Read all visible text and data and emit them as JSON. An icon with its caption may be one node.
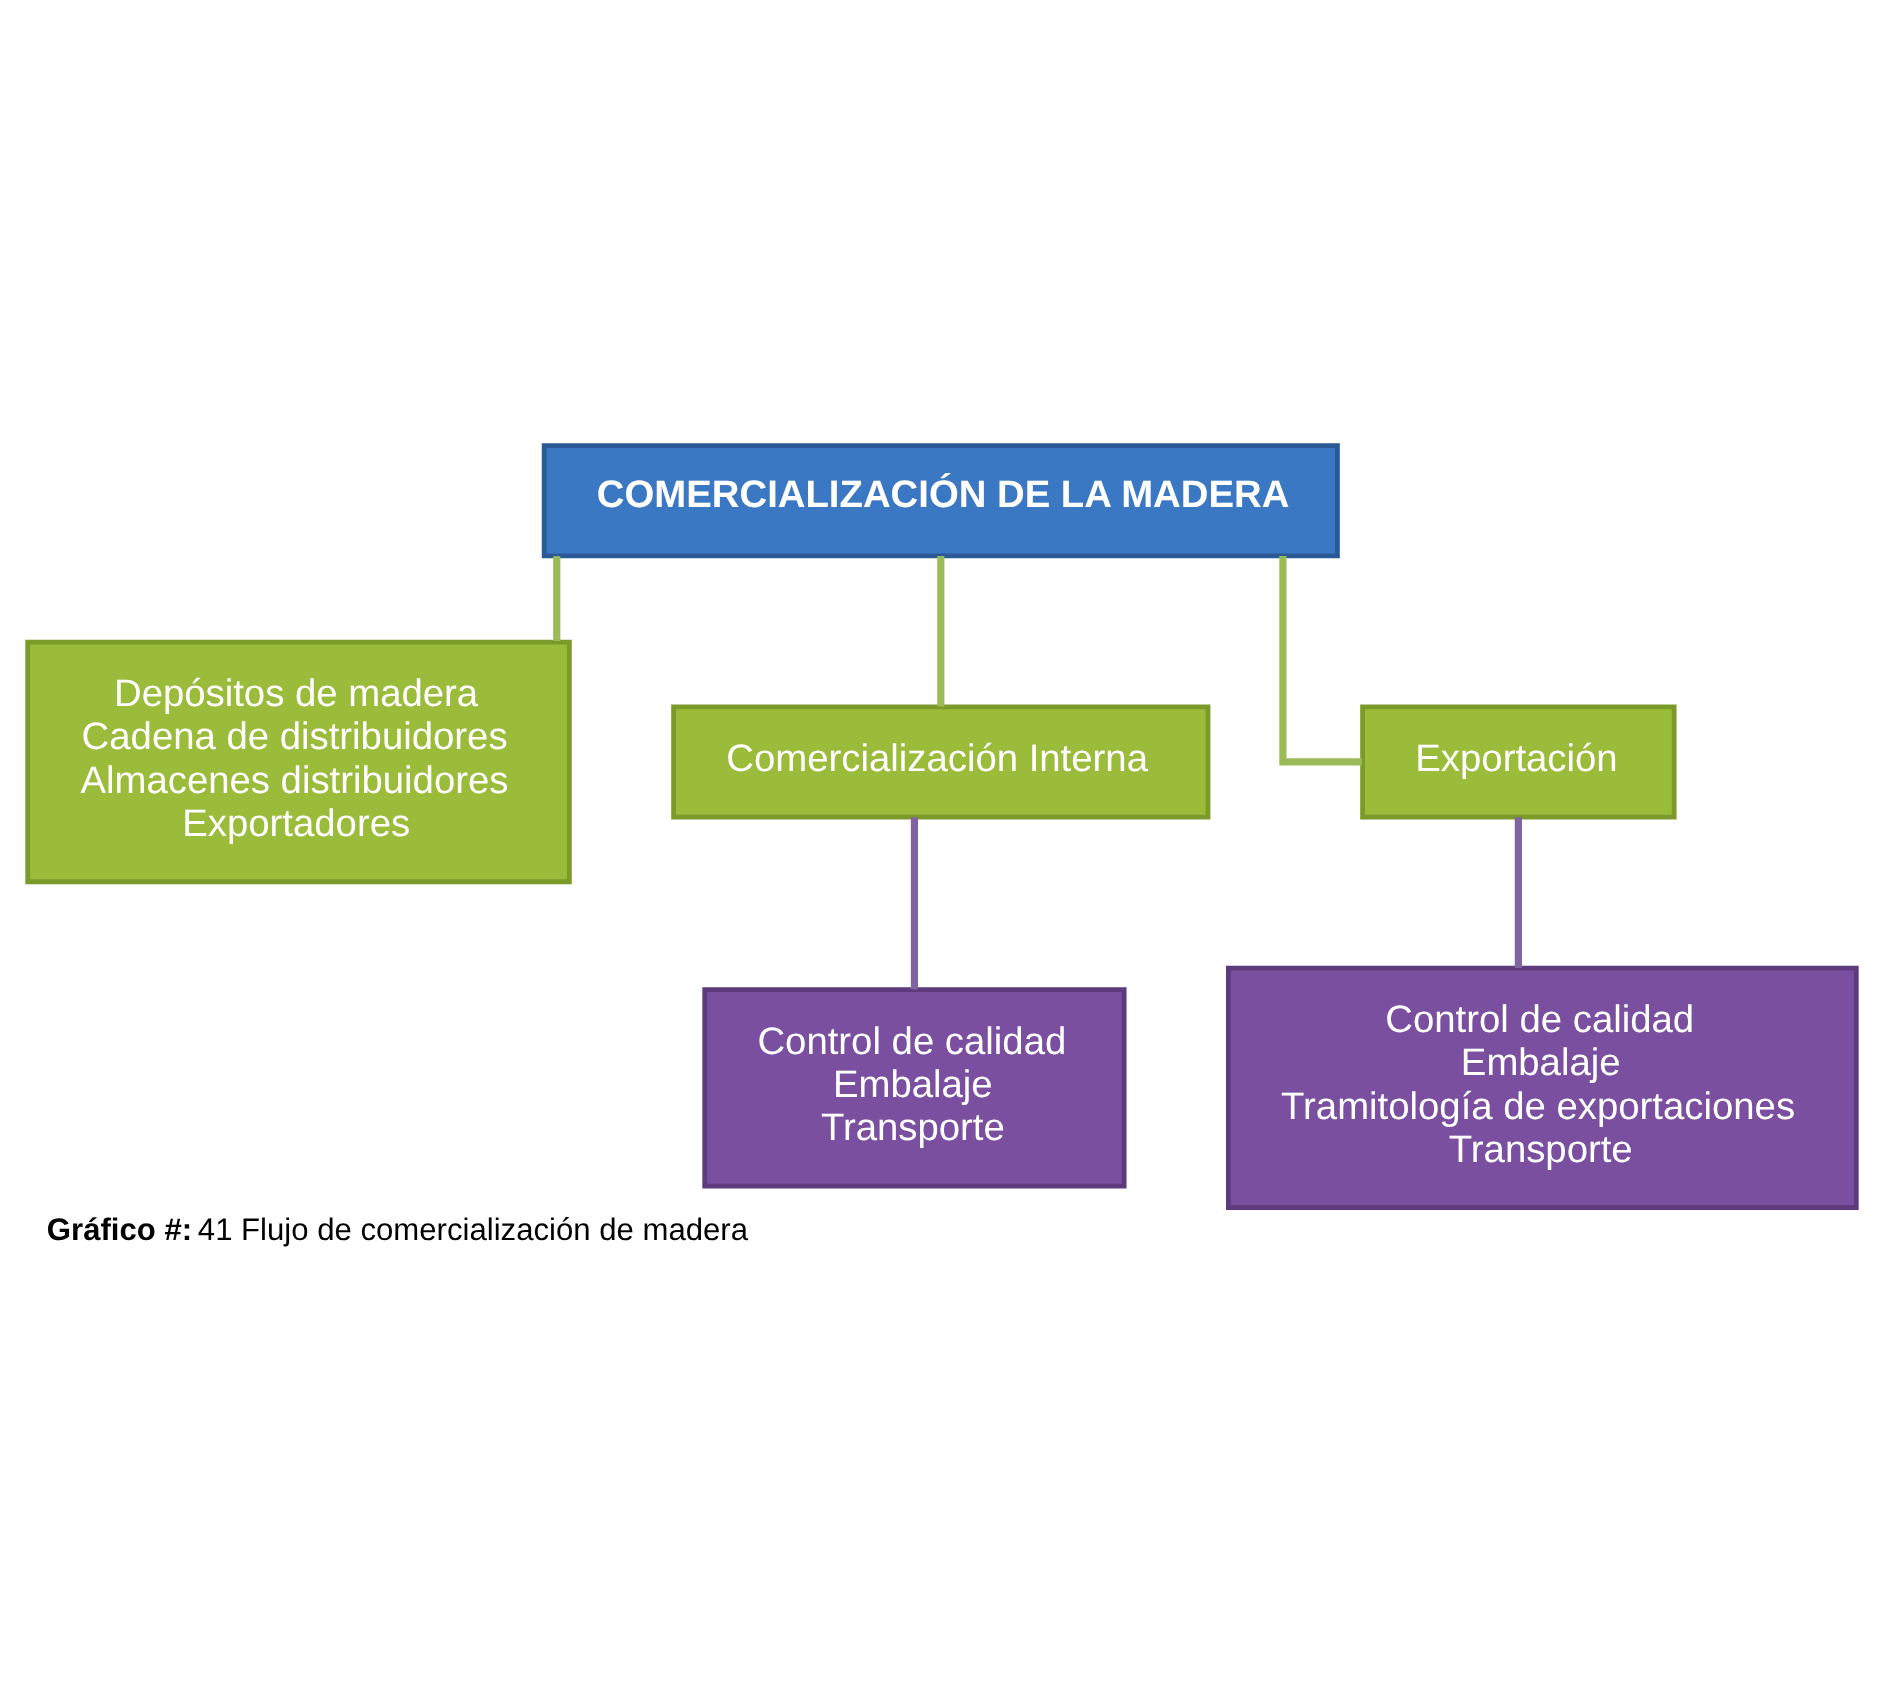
{
  "diagram": {
    "caption": "**Gráfico #:** 41 Flujo de comercialización de madera",
    "nodes": [
      {
        "text": [
          "COMERCIALIZACIÓN DE LA MADERA"
        ]
      },
      {
        "text": [
          "Depósitos de madera",
          "Cadena de distribuidores",
          "Almacenes distribuidores",
          "Exportadores"
        ]
      },
      {
        "text": [
          "Comercialización Interna"
        ]
      },
      {
        "text": [
          "Exportación"
        ]
      },
      {
        "text": [
          "Control de calidad",
          "Embalaje",
          "Transporte"
        ]
      },
      {
        "text": [
          "Control de calidad",
          "Embalaje",
          "Tramitología de exportaciones",
          "Transporte"
        ]
      }
    ],
    "edges": [
      {
        "from": 0,
        "to": 1,
        "arrow": "none"
      },
      {
        "from": 0,
        "to": 2,
        "arrow": "none"
      },
      {
        "from": 0,
        "to": 3,
        "arrow": "none"
      },
      {
        "from": 2,
        "to": 4,
        "arrow": "none",
        "color": "#8064a2"
      },
      {
        "from": 3,
        "to": 5,
        "arrow": "none",
        "color": "#8064a2"
      }
    ]
  }
}
